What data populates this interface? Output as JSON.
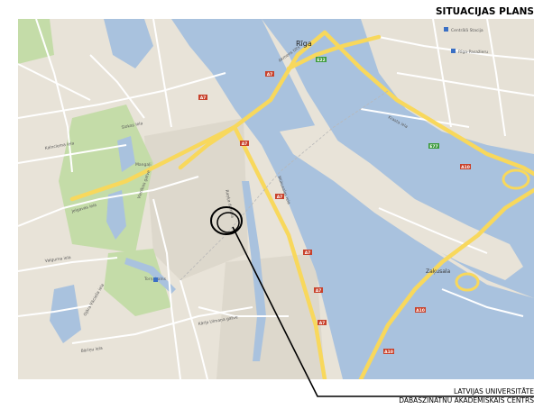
{
  "page_title": "SITUĀCIJAS PLĀNS",
  "caption": {
    "line1": "LATVIJAS UNIVERSITĀTE",
    "line2": "DABASZINĀTNU AKADĒMISKAIS CENTRS"
  },
  "map": {
    "city_label": "Rīga",
    "district_labels": [
      "Zaķusala",
      "Mangaļi",
      "Torņakalns"
    ],
    "street_labels": [
      "Slokas iela",
      "Jelgavas iela",
      "Mūkusalas iela",
      "Akmens tilts",
      "Krasta iela",
      "Kalnciema iela",
      "Valguma iela",
      "Bāriņu iela",
      "Ojāra Vācieša iela",
      "Kārļa Ulmaņa gatve",
      "Raņķa dambis",
      "Vienības gatve"
    ],
    "poi_labels": [
      "Centrālā Stacija",
      "Rīga-Pasažieru"
    ],
    "road_shields": [
      "A7",
      "A7",
      "A7",
      "A7",
      "A7",
      "A7",
      "A7",
      "A10",
      "A10",
      "A10",
      "E22",
      "E77"
    ],
    "colors": {
      "land": "#e8e3d8",
      "water": "#a9c2de",
      "park": "#c4dca8",
      "highway": "#f8d85c",
      "road": "#ffffff",
      "marker": "#000000"
    }
  }
}
